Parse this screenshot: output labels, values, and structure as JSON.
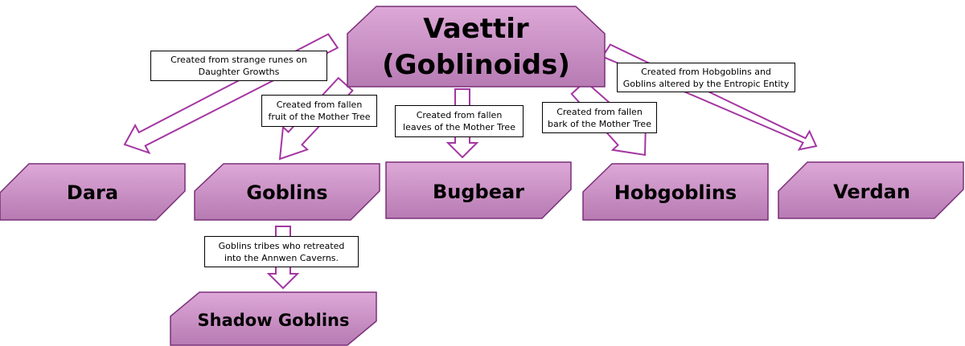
{
  "colors": {
    "node_fill_top": "#dda8d7",
    "node_fill_bottom": "#b77bb3",
    "node_stroke": "#7a2f78",
    "arrow_stroke": "#a436a2",
    "arrow_fill": "#ffffff",
    "note_border": "#000000"
  },
  "nodes": {
    "root": {
      "line1": "Vaettir",
      "line2": "(Goblinoids)"
    },
    "dara": "Dara",
    "goblins": "Goblins",
    "bugbear": "Bugbear",
    "hobgoblins": "Hobgoblins",
    "verdan": "Verdan",
    "shadow_goblins": "Shadow Goblins"
  },
  "notes": {
    "dara": {
      "line1": "Created from strange runes on",
      "line2": "Daughter Growths"
    },
    "goblins": {
      "line1": "Created from fallen",
      "line2": "fruit of the Mother Tree"
    },
    "bugbear": {
      "line1": "Created from fallen",
      "line2": "leaves of the Mother Tree"
    },
    "hobgoblins": {
      "line1": "Created from fallen",
      "line2": "bark of the Mother Tree"
    },
    "verdan": {
      "line1": "Created from Hobgoblins and",
      "line2": "Goblins altered by the Entropic Entity"
    },
    "shadow_goblins": {
      "line1": "Goblins tribes who retreated",
      "line2": "into the Annwen Caverns."
    }
  }
}
